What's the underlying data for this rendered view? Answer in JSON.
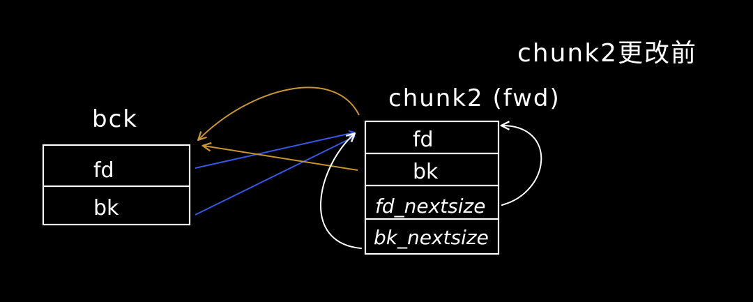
{
  "title": "chunk2更改前",
  "bck": {
    "label": "bck",
    "fields": [
      "fd",
      "bk"
    ]
  },
  "chunk2": {
    "label": "chunk2 (fwd)",
    "fields": [
      "fd",
      "bk",
      "fd_nextsize",
      "bk_nextsize"
    ]
  },
  "colors": {
    "background": "#000000",
    "ink": "#ffffff",
    "blue_arrow": "#3558e6",
    "orange_arrow": "#c9952e"
  }
}
